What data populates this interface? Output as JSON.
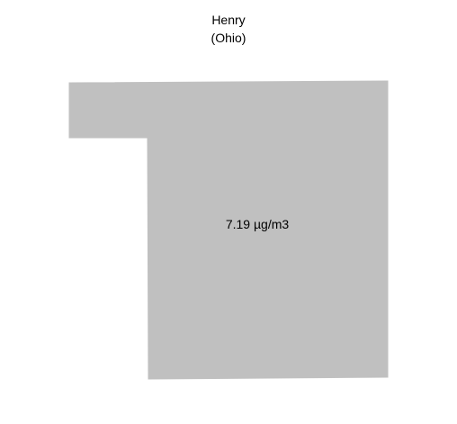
{
  "map": {
    "county_name": "Henry",
    "state_label": "(Ohio)",
    "value_label": "7.19 µg/m3",
    "fill_color": "#c0c0c0",
    "background_color": "#ffffff"
  }
}
